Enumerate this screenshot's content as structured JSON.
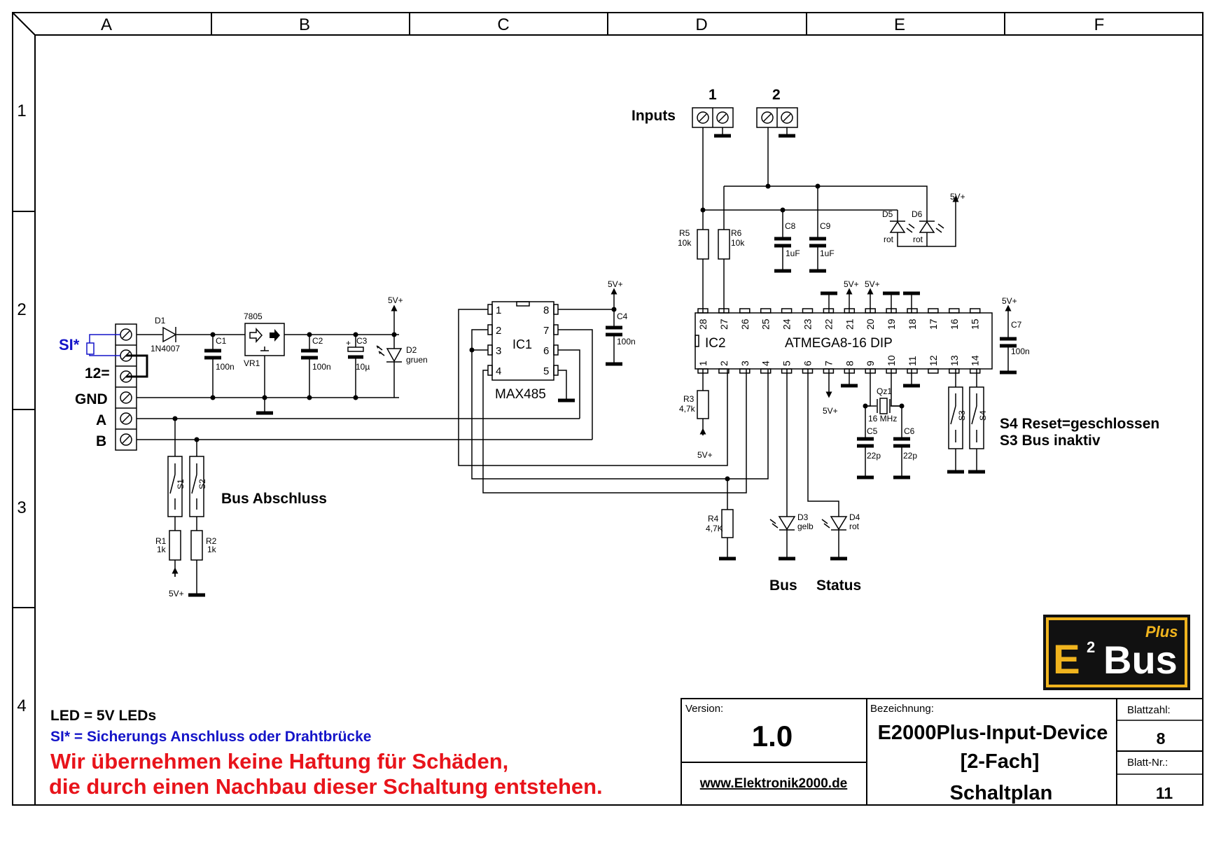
{
  "frame": {
    "columns": [
      "A",
      "B",
      "C",
      "D",
      "E",
      "F"
    ],
    "rows": [
      "1",
      "2",
      "3",
      "4"
    ]
  },
  "connectors": {
    "inputs_label": "Inputs",
    "input1": "1",
    "input2": "2",
    "si_label": "SI*",
    "power_label": "12=",
    "gnd_label": "GND",
    "a_label": "A",
    "b_label": "B"
  },
  "parts": {
    "d1": {
      "ref": "D1",
      "value": "1N4007"
    },
    "c1": {
      "ref": "C1",
      "value": "100n"
    },
    "vr1": {
      "ref": "VR1",
      "value": "7805"
    },
    "c2": {
      "ref": "C2",
      "value": "100n"
    },
    "c3": {
      "ref": "C3",
      "value": "10µ",
      "polarity": "+"
    },
    "d2": {
      "ref": "D2",
      "value": "gruen"
    },
    "ic1": {
      "ref": "IC1",
      "value": "MAX485",
      "pins_left": [
        "1",
        "2",
        "3",
        "4"
      ],
      "pins_right": [
        "8",
        "7",
        "6",
        "5"
      ]
    },
    "c4": {
      "ref": "C4",
      "value": "100n"
    },
    "ic2": {
      "ref": "IC2",
      "value": "ATMEGA8-16 DIP",
      "pins_top": [
        "28",
        "27",
        "26",
        "25",
        "24",
        "23",
        "22",
        "21",
        "20",
        "19",
        "18",
        "17",
        "16",
        "15"
      ],
      "pins_bottom": [
        "1",
        "2",
        "3",
        "4",
        "5",
        "6",
        "7",
        "8",
        "9",
        "10",
        "11",
        "12",
        "13",
        "14"
      ]
    },
    "c7": {
      "ref": "C7",
      "value": "100n"
    },
    "r5": {
      "ref": "R5",
      "value": "10k"
    },
    "r6": {
      "ref": "R6",
      "value": "10k"
    },
    "c8": {
      "ref": "C8",
      "value": "1uF"
    },
    "c9": {
      "ref": "C9",
      "value": "1uF"
    },
    "d5": {
      "ref": "D5",
      "value": "rot"
    },
    "d6": {
      "ref": "D6",
      "value": "rot"
    },
    "r3": {
      "ref": "R3",
      "value": "4,7k"
    },
    "qz1": {
      "ref": "Qz1",
      "value": "16 MHz"
    },
    "c5": {
      "ref": "C5",
      "value": "22p"
    },
    "c6": {
      "ref": "C6",
      "value": "22p"
    },
    "s1": {
      "ref": "S1"
    },
    "s2": {
      "ref": "S2"
    },
    "s3": {
      "ref": "S3"
    },
    "s4": {
      "ref": "S4"
    },
    "r1": {
      "ref": "R1",
      "value": "1k"
    },
    "r2": {
      "ref": "R2",
      "value": "1k"
    },
    "r4": {
      "ref": "R4",
      "value": "4,7K"
    },
    "d3": {
      "ref": "D3",
      "value": "gelb"
    },
    "d4": {
      "ref": "D4",
      "value": "rot"
    }
  },
  "supply_label": "5V+",
  "labels": {
    "bus_abschluss": "Bus Abschluss",
    "s4_note": "S4 Reset=geschlossen",
    "s3_note": "S3 Bus inaktiv",
    "bus": "Bus",
    "status": "Status"
  },
  "notes": {
    "led": "LED = 5V LEDs",
    "si": "SI* = Sicherungs Anschluss oder Drahtbrücke",
    "warning_line1": "Wir übernehmen keine Haftung für Schäden,",
    "warning_line2": "die durch einen Nachbau dieser Schaltung entstehen."
  },
  "logo": {
    "e": "E",
    "exp": "2",
    "bus": "Bus",
    "plus": "Plus"
  },
  "title_block": {
    "version_label": "Version:",
    "version": "1.0",
    "website": "www.Elektronik2000.de",
    "bezeichnung_label": "Bezeichnung:",
    "title1": "E2000Plus-Input-Device",
    "title2": "[2-Fach]",
    "title3": "Schaltplan",
    "blattzahl_label": "Blattzahl:",
    "blattzahl": "8",
    "blattnr_label": "Blatt-Nr.:",
    "blattnr": "11"
  },
  "colors": {
    "warning": "#e8141b",
    "note_blue": "#1414c8",
    "logo_gold": "#f0b41e",
    "logo_bg": "#111111"
  }
}
